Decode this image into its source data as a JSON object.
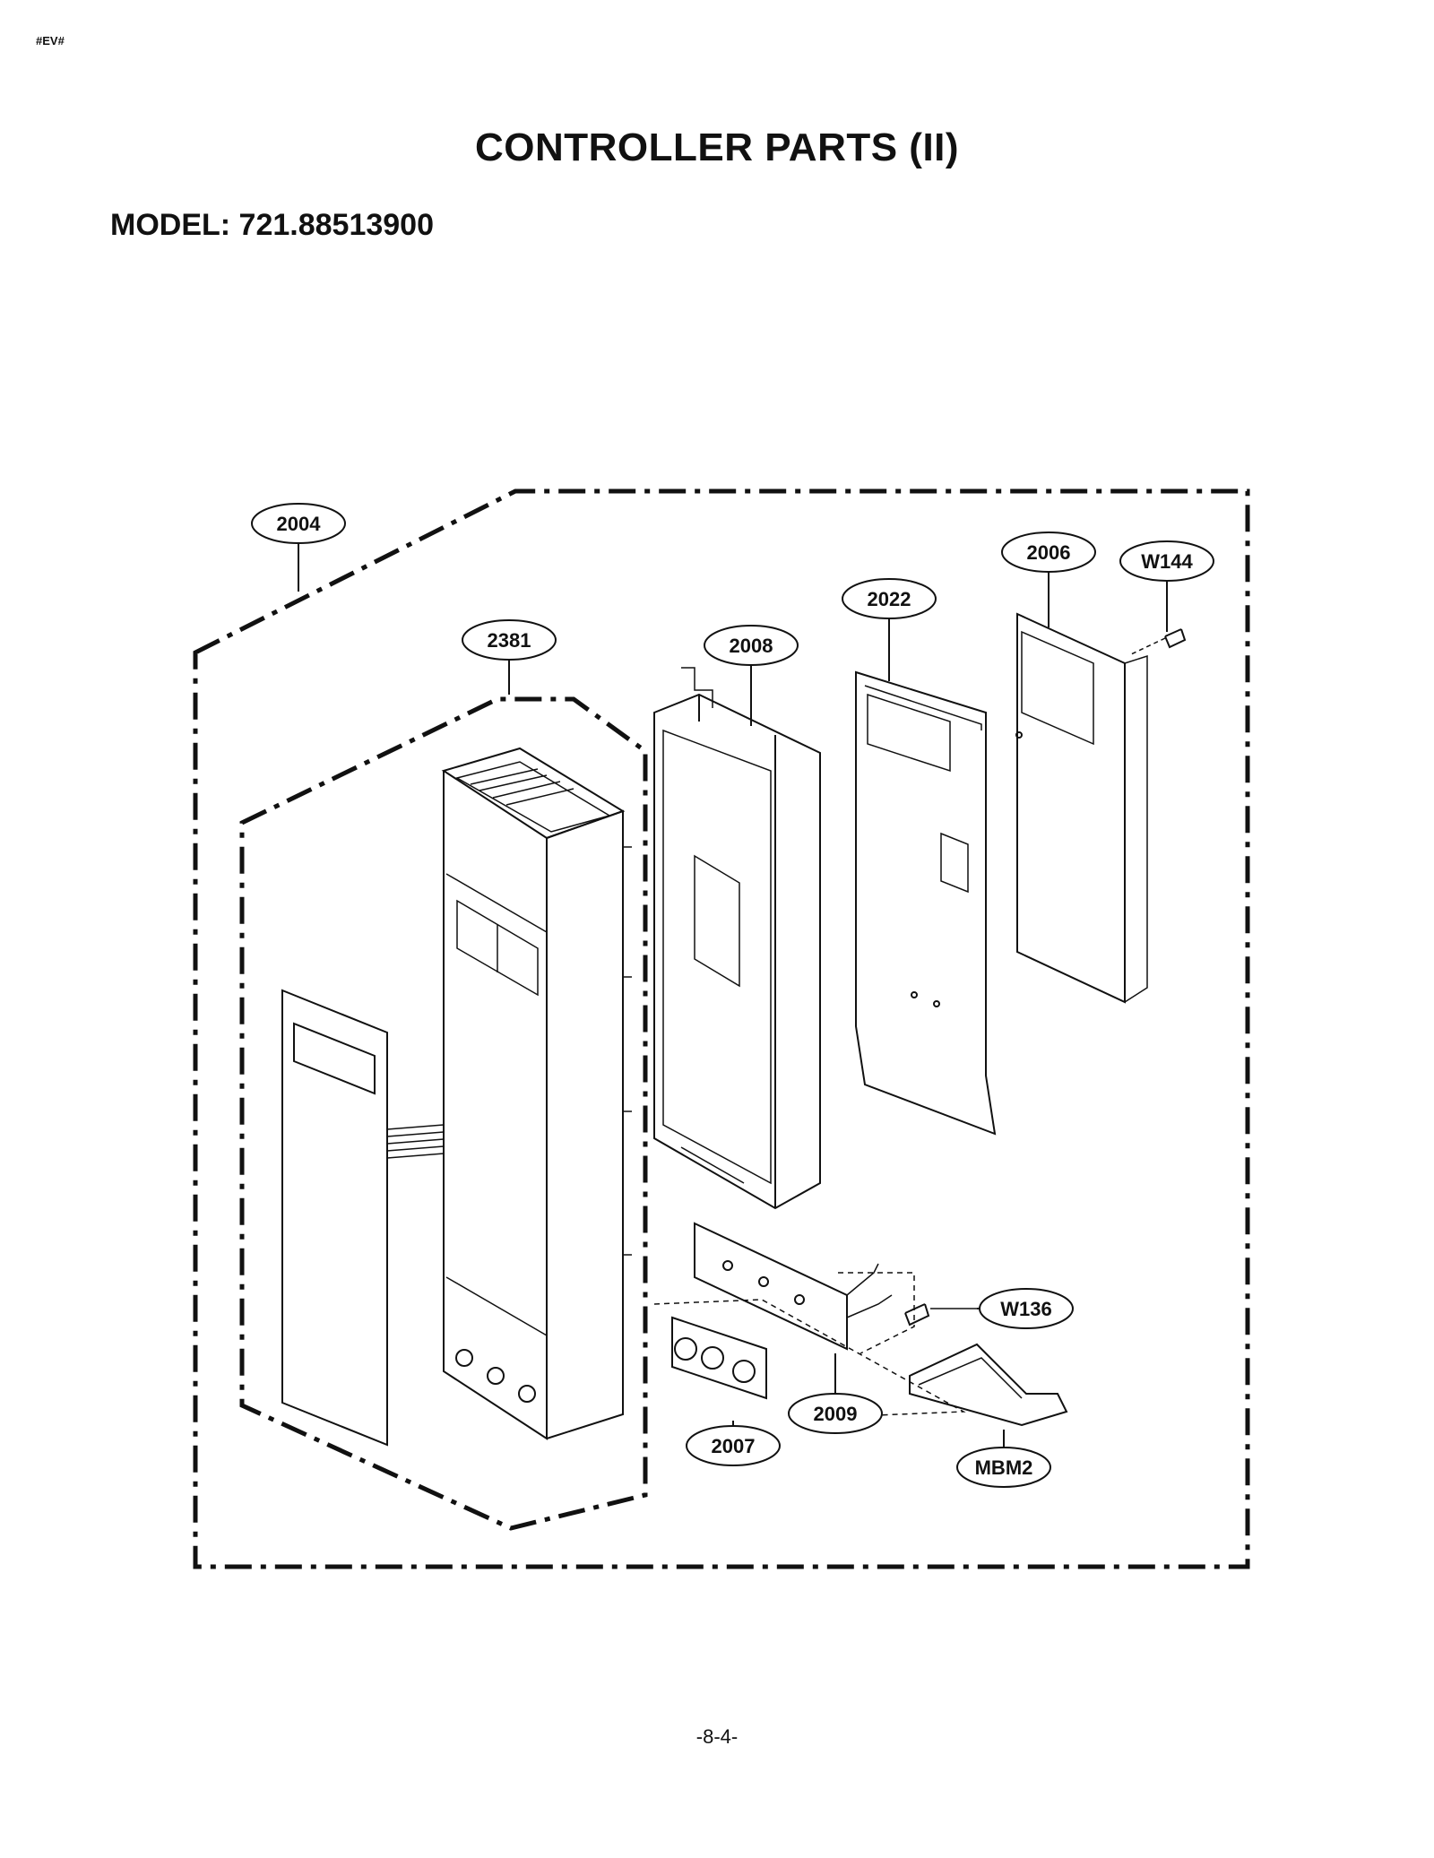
{
  "header": {
    "corner_tag": "#EV#",
    "title": "CONTROLLER PARTS (II)",
    "model": "MODEL: 721.88513900"
  },
  "callouts": [
    {
      "id": "2004",
      "label": "2004"
    },
    {
      "id": "2381",
      "label": "2381"
    },
    {
      "id": "2008",
      "label": "2008"
    },
    {
      "id": "2022",
      "label": "2022"
    },
    {
      "id": "2006",
      "label": "2006"
    },
    {
      "id": "W144",
      "label": "W144"
    },
    {
      "id": "W136",
      "label": "W136"
    },
    {
      "id": "2009",
      "label": "2009"
    },
    {
      "id": "2007",
      "label": "2007"
    },
    {
      "id": "MBM2",
      "label": "MBM2"
    }
  ],
  "footer": {
    "page_number": "-8-4-"
  }
}
